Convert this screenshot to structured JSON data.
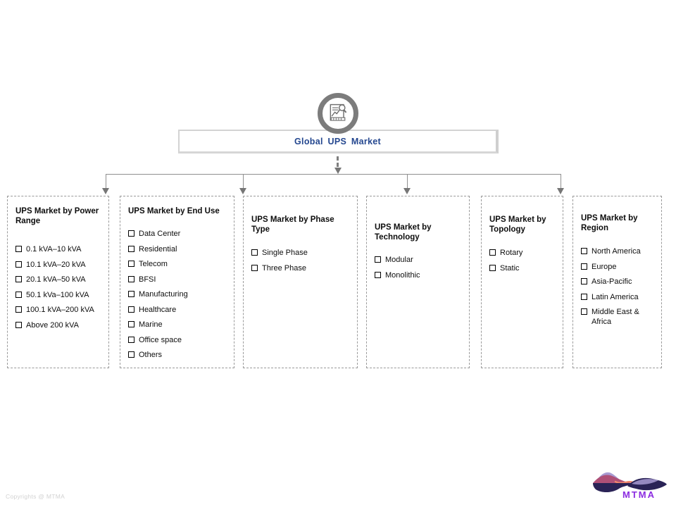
{
  "root": {
    "title": "Global UPS Market"
  },
  "segments": [
    {
      "title": "UPS Market by Power Range",
      "items": [
        "0.1 kVA–10 kVA",
        "10.1 kVA–20 kVA",
        "20.1 kVA–50 kVA",
        "50.1 kVa–100 kVA",
        "100.1 kVA–200 kVA",
        "Above 200 kVA"
      ]
    },
    {
      "title": "UPS Market by End Use",
      "items": [
        "Data Center",
        "Residential",
        "Telecom",
        "BFSI",
        "Manufacturing",
        "Healthcare",
        "Marine",
        "Office space",
        "Others"
      ]
    },
    {
      "title": "UPS Market by Phase Type",
      "items": [
        "Single Phase",
        "Three Phase"
      ]
    },
    {
      "title": "UPS Market by Technology",
      "items": [
        "Modular",
        "Monolithic"
      ]
    },
    {
      "title": "UPS Market by Topology",
      "items": [
        "Rotary",
        "Static"
      ]
    },
    {
      "title": "UPS Market by Region",
      "items": [
        "North America",
        "Europe",
        "Asia-Pacific",
        "Latin America",
        "Middle East & Africa"
      ]
    }
  ],
  "footer": {
    "copyright": "Copyrights @ MTMA"
  },
  "logo": {
    "text": "MTMA"
  },
  "colors": {
    "accent_blue": "#24478F",
    "logo_purple": "#8B2BE0",
    "connector_gray": "#8f8f8f",
    "ring_gray": "#7c7c7c"
  }
}
